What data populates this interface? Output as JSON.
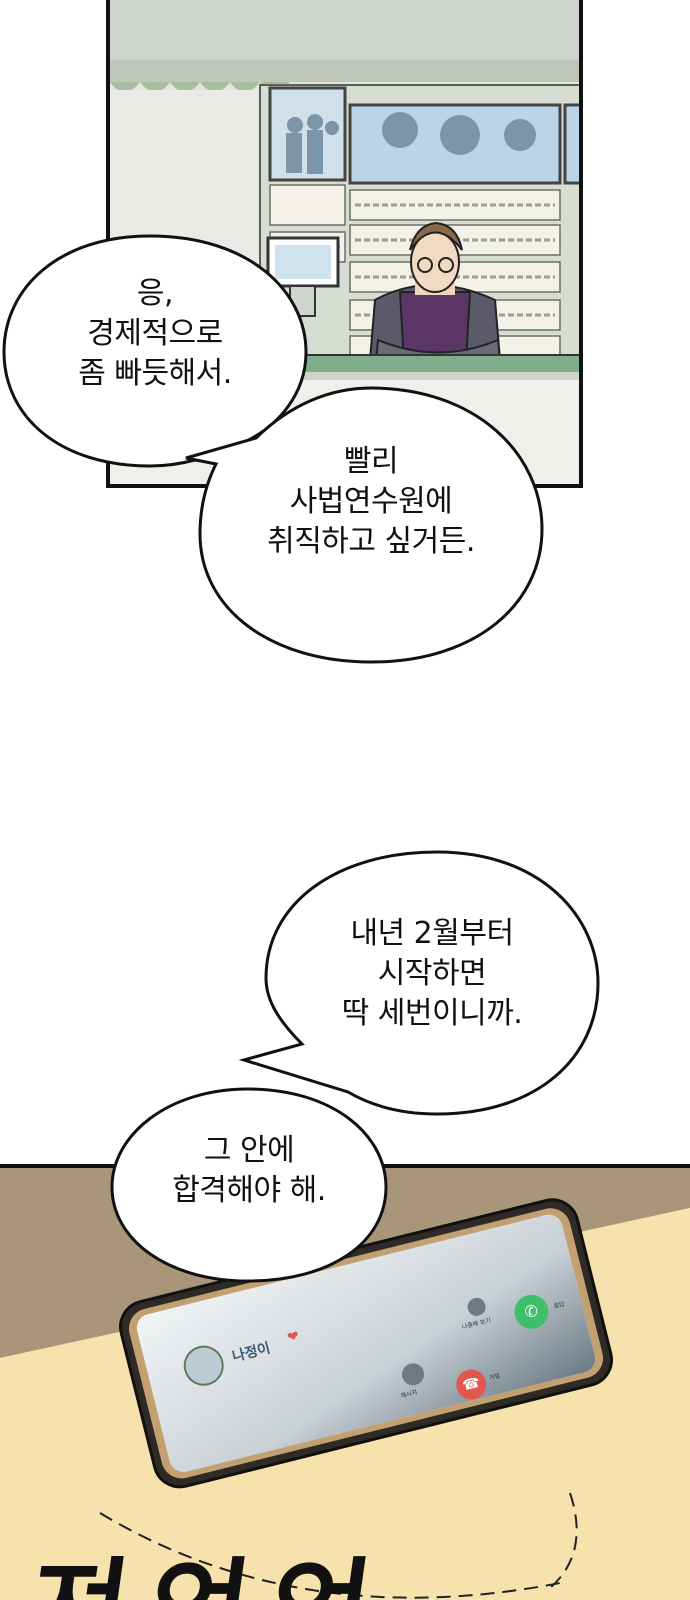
{
  "bubbles": [
    {
      "id": "b1",
      "lines": [
        "응,",
        "경제적으로",
        "좀 빠듯해서."
      ]
    },
    {
      "id": "b2",
      "lines": [
        "빨리",
        "사법연수원에",
        "취직하고 싶거든."
      ]
    },
    {
      "id": "b3",
      "lines": [
        "내년 2월부터",
        "시작하면",
        "딱 세번이니까."
      ]
    },
    {
      "id": "b4",
      "lines": [
        "그 안에",
        "합격해야 해."
      ]
    }
  ],
  "phone": {
    "caller_name": "나정이",
    "actions": [
      "메시지",
      "거절",
      "응답",
      "나중에 보기"
    ]
  },
  "sfx": "져 언 언",
  "colors": {
    "outline": "#111111",
    "desk": "#f7e2ad",
    "wall": "#a8957a",
    "apron": "#5b3566",
    "accept": "#3fbf6a",
    "decline": "#e2564d"
  }
}
